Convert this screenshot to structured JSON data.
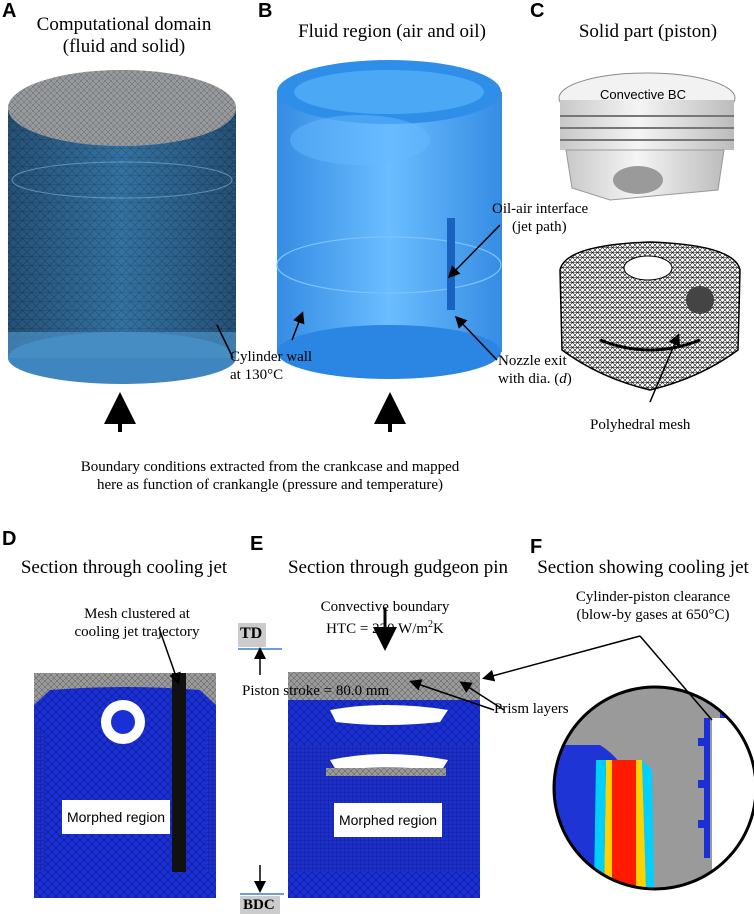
{
  "panels": {
    "A": {
      "letter": "A",
      "title_line1": "Computational domain",
      "title_line2": "(fluid and solid)",
      "wall_line1": "Cylinder wall",
      "wall_line2": "at 130°C"
    },
    "B": {
      "letter": "B",
      "title": "Fluid region (air and oil)",
      "interface_line1": "Oil-air interface",
      "interface_line2": "(jet path)",
      "nozzle_line1": "Nozzle exit",
      "nozzle_line2": "with dia. (",
      "nozzle_var": "d",
      "nozzle_close": ")"
    },
    "C": {
      "letter": "C",
      "title": "Solid part (piston)",
      "convective_bc": "Convective BC",
      "mesh_label": "Polyhedral mesh"
    },
    "boundary_line1": "Boundary conditions extracted from the crankcase and mapped",
    "boundary_line2": "here as function of crankangle (pressure and temperature)",
    "D": {
      "letter": "D",
      "title": "Section through cooling jet",
      "mesh_line1": "Mesh clustered at",
      "mesh_line2": "cooling jet trajectory",
      "morphed": "Morphed region"
    },
    "E": {
      "letter": "E",
      "title": "Section through gudgeon pin",
      "conv_line1": "Convective boundary",
      "conv_line2": "HTC = 220 W/m",
      "conv_sup": "2",
      "conv_unit": "K",
      "td": "TD",
      "bdc": "BDC",
      "stroke": "Piston stroke = 80.0 mm",
      "prism": "Prism layers",
      "morphed": "Morphed region"
    },
    "F": {
      "letter": "F",
      "title": "Section showing cooling jet",
      "clear_line1": "Cylinder-piston clearance",
      "clear_line2": "(blow-by gases at 650°C)"
    }
  },
  "colors": {
    "mesh_blue": "#1a2fd6",
    "mesh_gray": "#9a9a9a",
    "fluid_blue": "#3aa0f0",
    "jet_red": "#ff1a00",
    "dark_mesh": "#1e3a5a"
  }
}
